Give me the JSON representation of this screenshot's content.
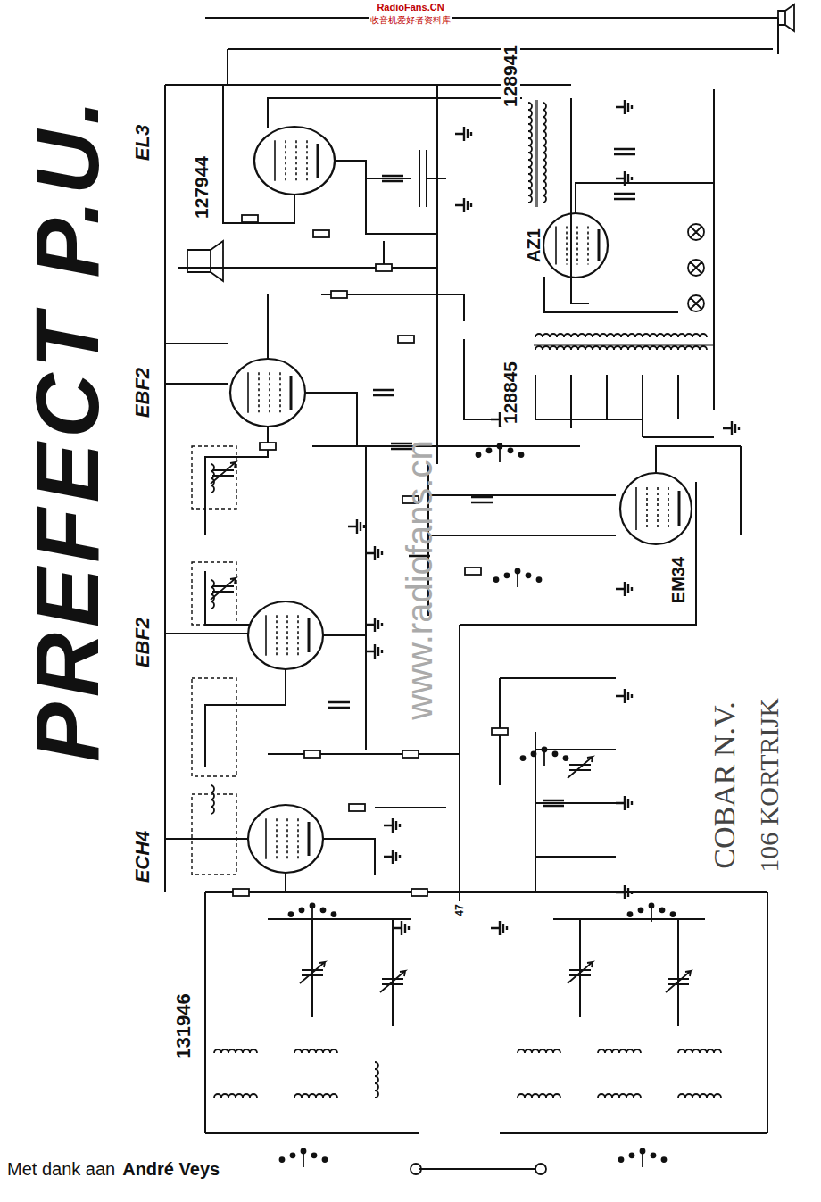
{
  "diagram": {
    "title": "PREFECT P.U.",
    "labels": [
      "RadioFans.CN",
      "收音机爱好者资料库",
      "EL3",
      "127944",
      "128941",
      "EBF2",
      "AZ1",
      "128845",
      "EBF2",
      "EM34",
      "ECH4",
      "131946",
      "COBAR N.V.",
      "106 KORTRIJK",
      "www.radiofans.cn",
      "Met dank aan",
      "André Veys",
      "47"
    ]
  }
}
